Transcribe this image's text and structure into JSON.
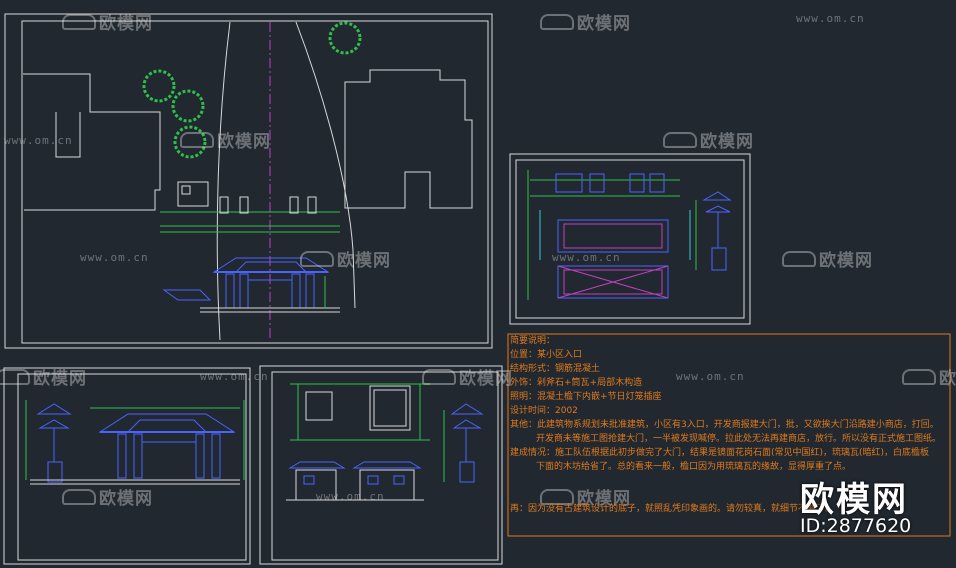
{
  "watermark": {
    "brand": "欧模网",
    "url": "www.om.cn"
  },
  "brand": {
    "name": "欧模网",
    "id": "ID:2877620"
  },
  "notes": {
    "heading": "简要说明：",
    "location": "位置：某小区入口",
    "structure": "结构形式：钢筋混凝土",
    "finish": "外饰：剁斧石+筒瓦+局部木构造",
    "lighting": "照明：混凝土檐下内嵌+节日灯笼插座",
    "design_time": "设计时间：2002",
    "other_1": "其他：此建筑物系规划未批准建筑，小区有3入口，开发商报建大门，批，又欲挨大门沿路建小商店，打回。",
    "other_2": "开发商未等施工图抢建大门，一半被发现喊停。拉此处无法再建商店，放行。所以没有正式施工图纸。",
    "build_1": "建成情况：施工队伍根据此初步做完了大门，结果是镜面花岗石面(常见中国红)，琉璃瓦(暗红)，白底檐板",
    "build_2": "下面的木坊给省了。总的看来一般，檐口因为用琉璃瓦的缘故，显得厚重了点。",
    "again": "再：因为没有古建筑设计的底子，就照乱凭印象画的。请勿较真，就细节不要了。"
  },
  "colors": {
    "background": "#212830",
    "frame": "#d9d9d9",
    "cad_white": "#e6e6e6",
    "cad_green": "#2fbf4a",
    "cad_blue": "#4a63ff",
    "cad_cyan": "#37c6d8",
    "cad_yellow": "#d8d23a",
    "cad_magenta": "#c040c0",
    "notes_text": "#e07a1c"
  }
}
